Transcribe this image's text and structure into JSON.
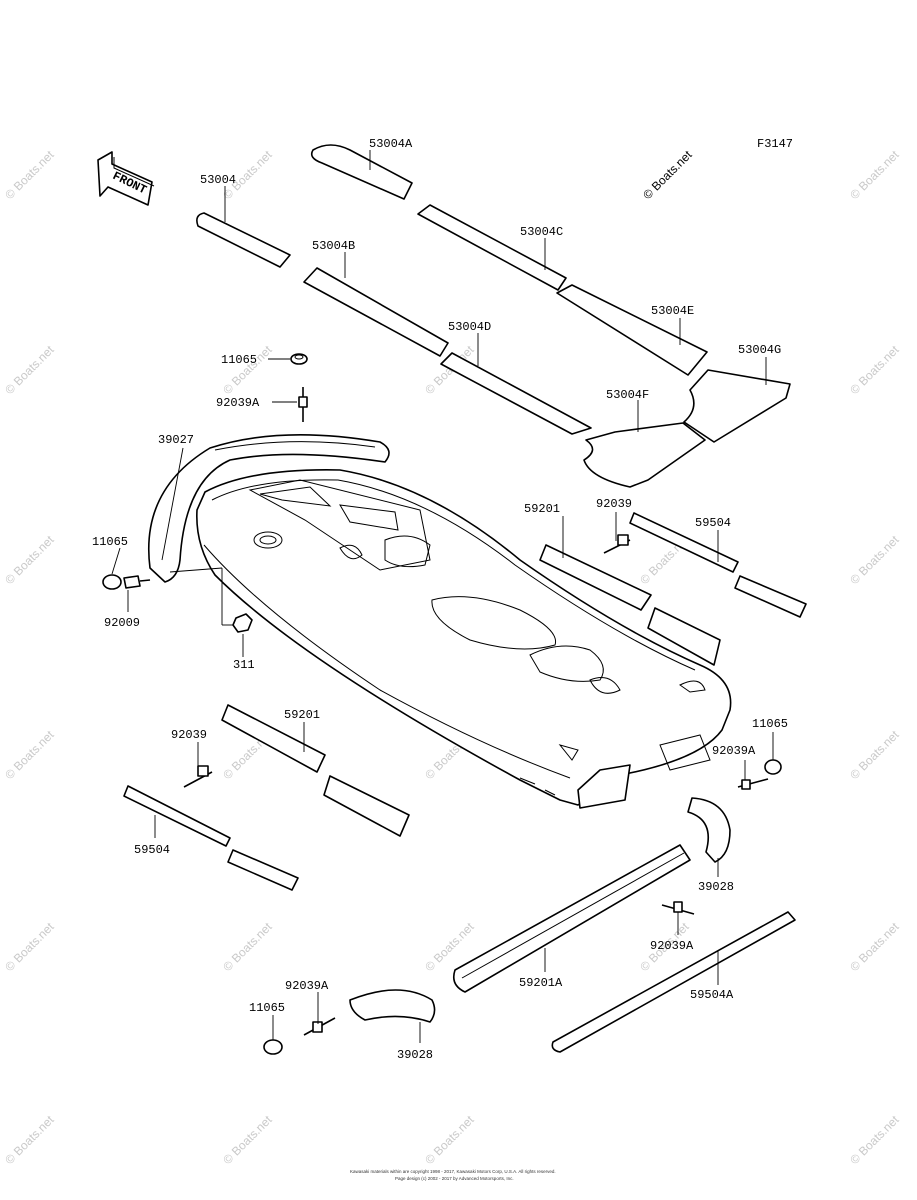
{
  "figure_code": "F3147",
  "copyright_mark": "© Boats.net",
  "front_arrow_label": "FRONT",
  "watermark": "© Boats.net",
  "labels": {
    "l53004A": "53004A",
    "l53004": "53004",
    "l53004C": "53004C",
    "l53004B": "53004B",
    "l53004E": "53004E",
    "l53004D": "53004D",
    "l53004G": "53004G",
    "l53004F": "53004F",
    "l11065_top": "11065",
    "l92039A_top": "92039A",
    "l39027": "39027",
    "l11065_left": "11065",
    "l92009": "92009",
    "l311": "311",
    "l59201_right": "59201",
    "l92039_right": "92039",
    "l59504_right": "59504",
    "l59201_left": "59201",
    "l92039_left": "92039",
    "l59504_left": "59504",
    "l11065_right": "11065",
    "l92039A_right": "92039A",
    "l39028_right": "39028",
    "l92039A_mid": "92039A",
    "l59201A": "59201A",
    "l59504A": "59504A",
    "l92039A_bottom": "92039A",
    "l11065_bottom": "11065",
    "l39028_bottom": "39028"
  },
  "footer": {
    "line1": "Kawasaki materials within are copyright 1998 - 2017, Kawasaki Motors Corp, U.S.A. All rights reserved.",
    "line2": "Page design (c) 2002 - 2017 by Advanced Motorsports, Inc."
  }
}
